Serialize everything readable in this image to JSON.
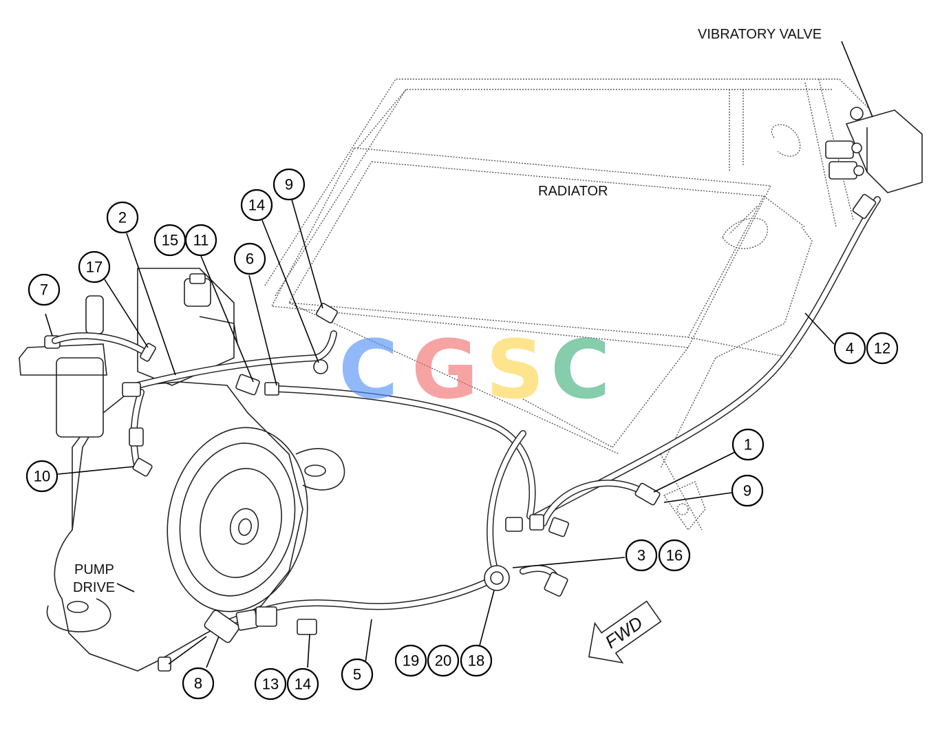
{
  "labels": {
    "vibratory_valve": "VIBRATORY VALVE",
    "radiator": "RADIATOR",
    "pump_drive_line1": "PUMP",
    "pump_drive_line2": "DRIVE",
    "fwd": "FWD"
  },
  "watermark": {
    "letters": [
      {
        "char": "C",
        "color": "#4f8ff7"
      },
      {
        "char": "G",
        "color": "#f26b6b"
      },
      {
        "char": "S",
        "color": "#ffd54a"
      },
      {
        "char": "C",
        "color": "#3daf7a"
      }
    ]
  },
  "callouts": [
    "1",
    "2",
    "3",
    "4",
    "5",
    "6",
    "7",
    "8",
    "9",
    "9",
    "10",
    "11",
    "12",
    "13",
    "14",
    "14",
    "15",
    "16",
    "17",
    "18",
    "19",
    "20"
  ]
}
